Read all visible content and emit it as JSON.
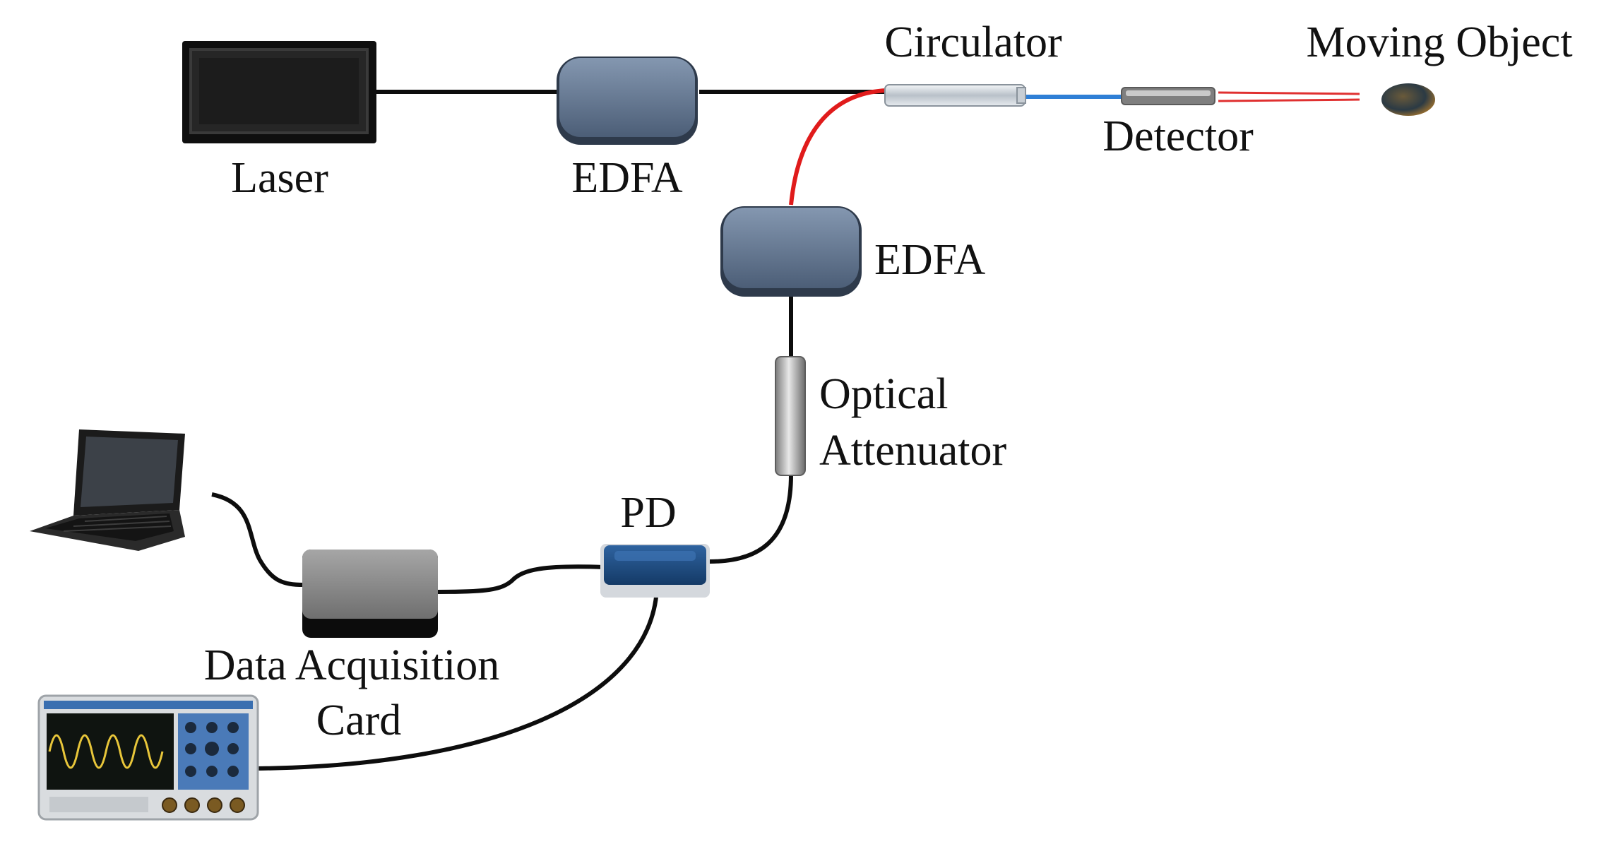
{
  "labels": {
    "laser": "Laser",
    "edfa_1": "EDFA",
    "circulator": "Circulator",
    "detector": "Detector",
    "moving_object": "Moving Object",
    "edfa_2": "EDFA",
    "optical_line1": "Optical",
    "optical_line2": "Attenuator",
    "pd": "PD",
    "daq_line1": "Data Acquisition",
    "daq_line2": "Card"
  },
  "colors": {
    "fiber": "#0d0d0d",
    "red_fiber": "#e01b1b",
    "blue_fiber": "#2f7fd6",
    "edfa": "#6b7f99",
    "pd": "#1f4f86",
    "daq": "#8c8c8c",
    "laser": "#1a1a1a"
  }
}
